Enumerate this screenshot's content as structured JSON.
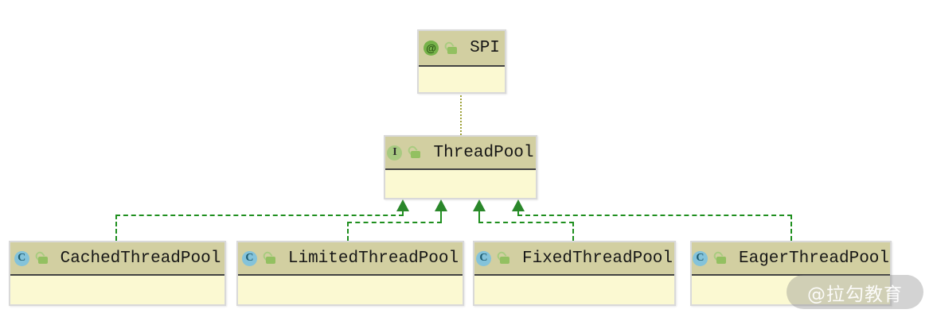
{
  "diagram": {
    "nodes": [
      {
        "id": "spi",
        "label": "SPI",
        "stereotype": "annotation",
        "badge": "@",
        "badge_icon": "annotation-icon",
        "visibility": "public"
      },
      {
        "id": "threadpool",
        "label": "ThreadPool",
        "stereotype": "interface",
        "badge": "I",
        "badge_icon": "interface-icon",
        "visibility": "public"
      },
      {
        "id": "cached",
        "label": "CachedThreadPool",
        "stereotype": "class",
        "badge": "C",
        "badge_icon": "class-icon",
        "visibility": "public"
      },
      {
        "id": "limited",
        "label": "LimitedThreadPool",
        "stereotype": "class",
        "badge": "C",
        "badge_icon": "class-icon",
        "visibility": "public"
      },
      {
        "id": "fixed",
        "label": "FixedThreadPool",
        "stereotype": "class",
        "badge": "C",
        "badge_icon": "class-icon",
        "visibility": "public"
      },
      {
        "id": "eager",
        "label": "EagerThreadPool",
        "stereotype": "class",
        "badge": "C",
        "badge_icon": "class-icon",
        "visibility": "public"
      }
    ],
    "edges": [
      {
        "from": "SPI",
        "to": "ThreadPool",
        "style": "dotted-line",
        "color": "#9fa23a"
      },
      {
        "from": "CachedThreadPool",
        "to": "ThreadPool",
        "style": "dashed-arrow-solid-head",
        "color": "#1f8f1f"
      },
      {
        "from": "LimitedThreadPool",
        "to": "ThreadPool",
        "style": "dashed-arrow-solid-head",
        "color": "#1f8f1f"
      },
      {
        "from": "FixedThreadPool",
        "to": "ThreadPool",
        "style": "dashed-arrow-solid-head",
        "color": "#1f8f1f"
      },
      {
        "from": "EagerThreadPool",
        "to": "ThreadPool",
        "style": "dashed-arrow-solid-head",
        "color": "#1f8f1f"
      }
    ]
  },
  "colors": {
    "node_header": "#d2cfa1",
    "node_body": "#fbf9d2",
    "node_border": "#d9d9d9",
    "header_separator": "#424242",
    "edge_green": "#1f8f1f",
    "edge_olive_dotted": "#9fa23a",
    "badge_annotation": "#76b24a",
    "badge_interface": "#a8ca81",
    "badge_class": "#84c3da",
    "lock_green": "#93c061"
  },
  "watermark": {
    "text": "@拉勾教育"
  }
}
